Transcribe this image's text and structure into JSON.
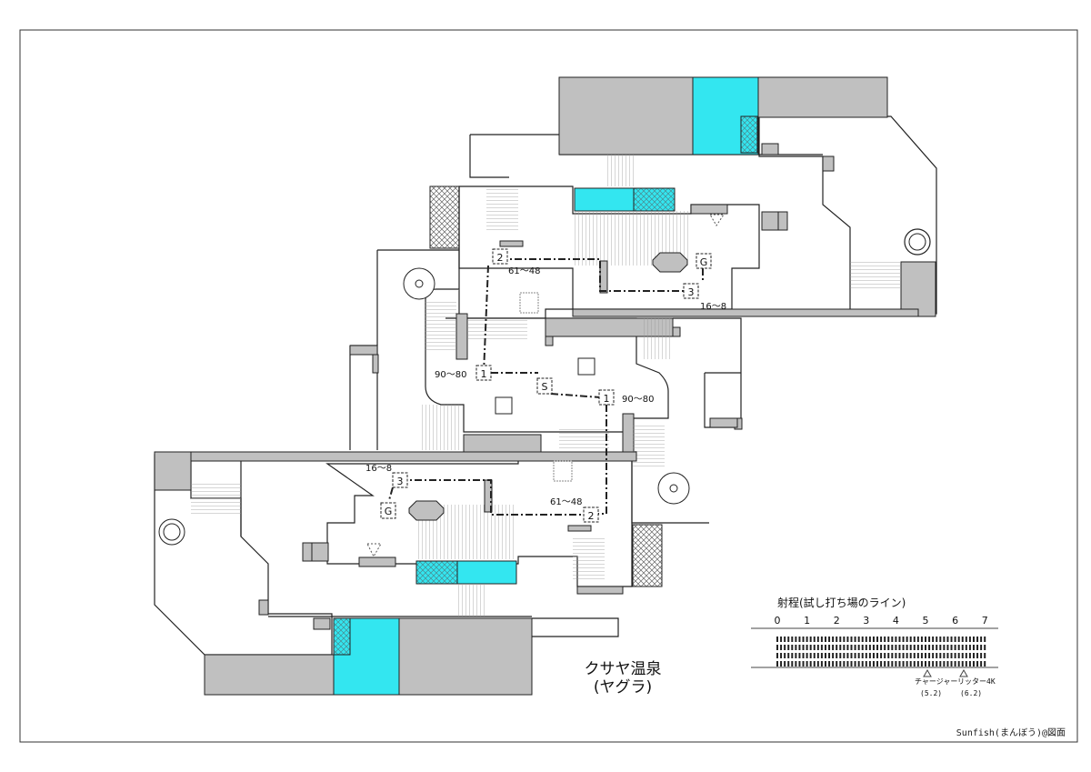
{
  "title": {
    "line1": "クサヤ温泉",
    "line2": "(ヤグラ)"
  },
  "credit": "Sunfish(まんぼう)@図面",
  "markers": {
    "n1_left": "1",
    "n1_right": "1",
    "n2_top": "2",
    "n2_bottom": "2",
    "n3_top": "3",
    "n3_bottom": "3",
    "g_top": "G",
    "g_bottom": "G",
    "s": "S"
  },
  "distances": {
    "d_61_48_top": "61〜48",
    "d_16_8_top": "16〜8",
    "d_90_80_left": "90〜80",
    "d_90_80_right": "90〜80",
    "d_16_8_bottom": "16〜8",
    "d_61_48_bottom": "61〜48"
  },
  "range_scale": {
    "title": "射程(試し打ち場のライン)",
    "ticks": [
      "0",
      "1",
      "2",
      "3",
      "4",
      "5",
      "6",
      "7"
    ],
    "weapon1": {
      "name": "チャージャー",
      "value": "(5.2)"
    },
    "weapon2": {
      "name": "リッター4K",
      "value": "(6.2)"
    }
  },
  "colors": {
    "water": "#33e6f0",
    "wall": "#c0c0c0",
    "line": "#222222"
  }
}
